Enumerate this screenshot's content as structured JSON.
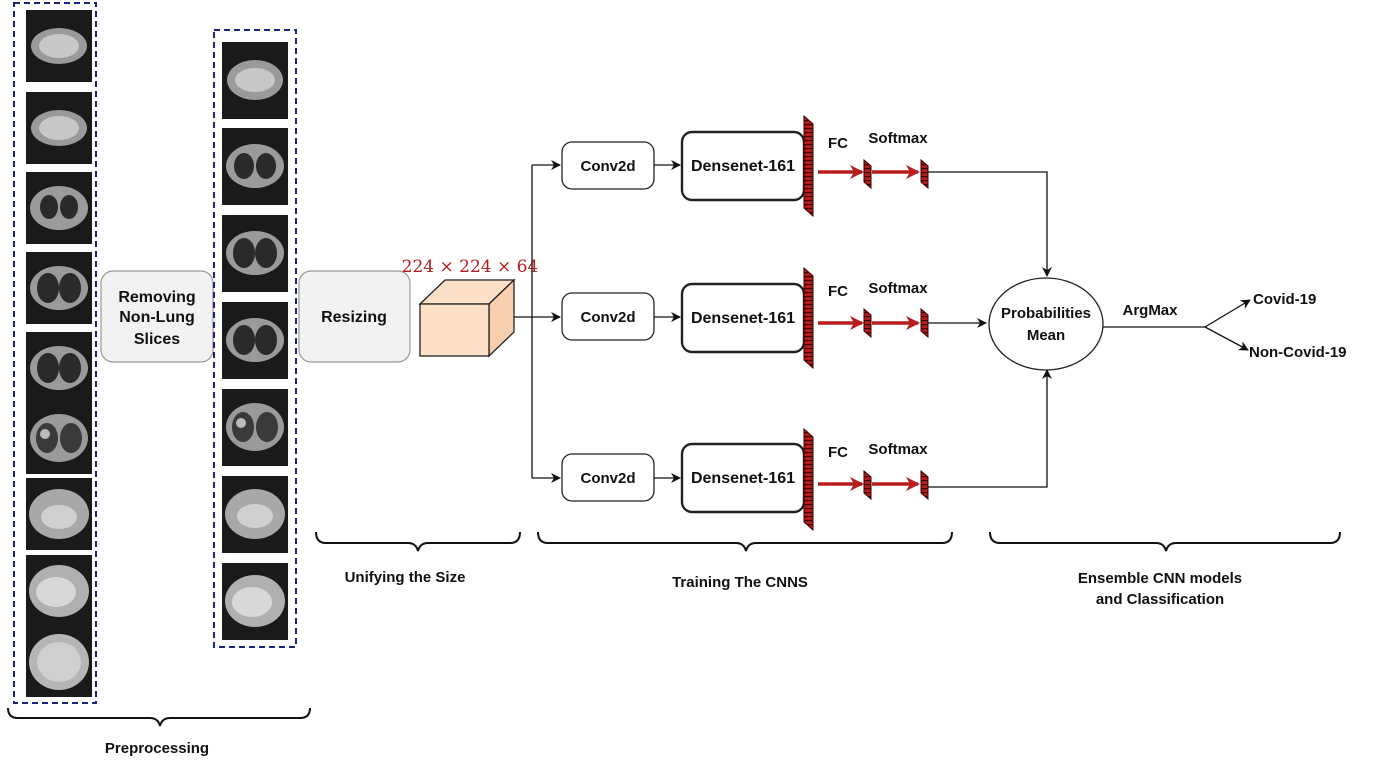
{
  "boxes": {
    "removing_line1": "Removing",
    "removing_line2": "Non-Lung",
    "removing_line3": "Slices",
    "resizing": "Resizing",
    "conv2d": "Conv2d",
    "densenet": "Densenet-161",
    "fc": "FC",
    "softmax": "Softmax",
    "prob_line1": "Probabilities",
    "prob_line2": "Mean",
    "argmax": "ArgMax"
  },
  "dimension_label": "224 × 224 × 64",
  "outputs": {
    "class1": "Covid-19",
    "class2": "Non-Covid-19"
  },
  "stages": {
    "preprocessing": "Preprocessing",
    "unifying": "Unifying the Size",
    "training": "Training The CNNS",
    "ensemble_line1": "Ensemble CNN models",
    "ensemble_line2": "and Classification"
  },
  "colors": {
    "accent_red": "#b71c1c",
    "dashed_blue": "#1a237e",
    "cube_fill": "#fde0c6",
    "box_fill": "#f2f2f2"
  }
}
